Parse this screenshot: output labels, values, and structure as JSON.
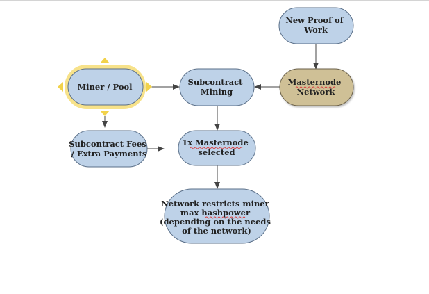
{
  "nodes": {
    "new_proof_of_work": {
      "lines": [
        "New Proof of",
        "Work"
      ]
    },
    "miner_pool": {
      "lines": [
        "Miner / Pool"
      ]
    },
    "subcontract_mining": {
      "lines": [
        "Subcontract",
        "Mining"
      ]
    },
    "masternode_network": {
      "lines": [
        "Masternode",
        "Network"
      ]
    },
    "subcontract_fees": {
      "lines": [
        "Subcontract Fees",
        "/ Extra Payments"
      ]
    },
    "masternode_selected": {
      "lines": [
        "1x Masternode",
        "selected"
      ]
    },
    "network_restricts": {
      "lines": [
        "Network restricts miner",
        "max hashpower",
        "(depending on the needs",
        "of the network)"
      ]
    }
  },
  "colors": {
    "node_fill": "#bed2e8",
    "node_stroke": "#5a6f88",
    "masternode_fill": "#cfc096",
    "selection_glow": "#f6dd75",
    "handle": "#f2d24a",
    "arrow": "#444444"
  }
}
